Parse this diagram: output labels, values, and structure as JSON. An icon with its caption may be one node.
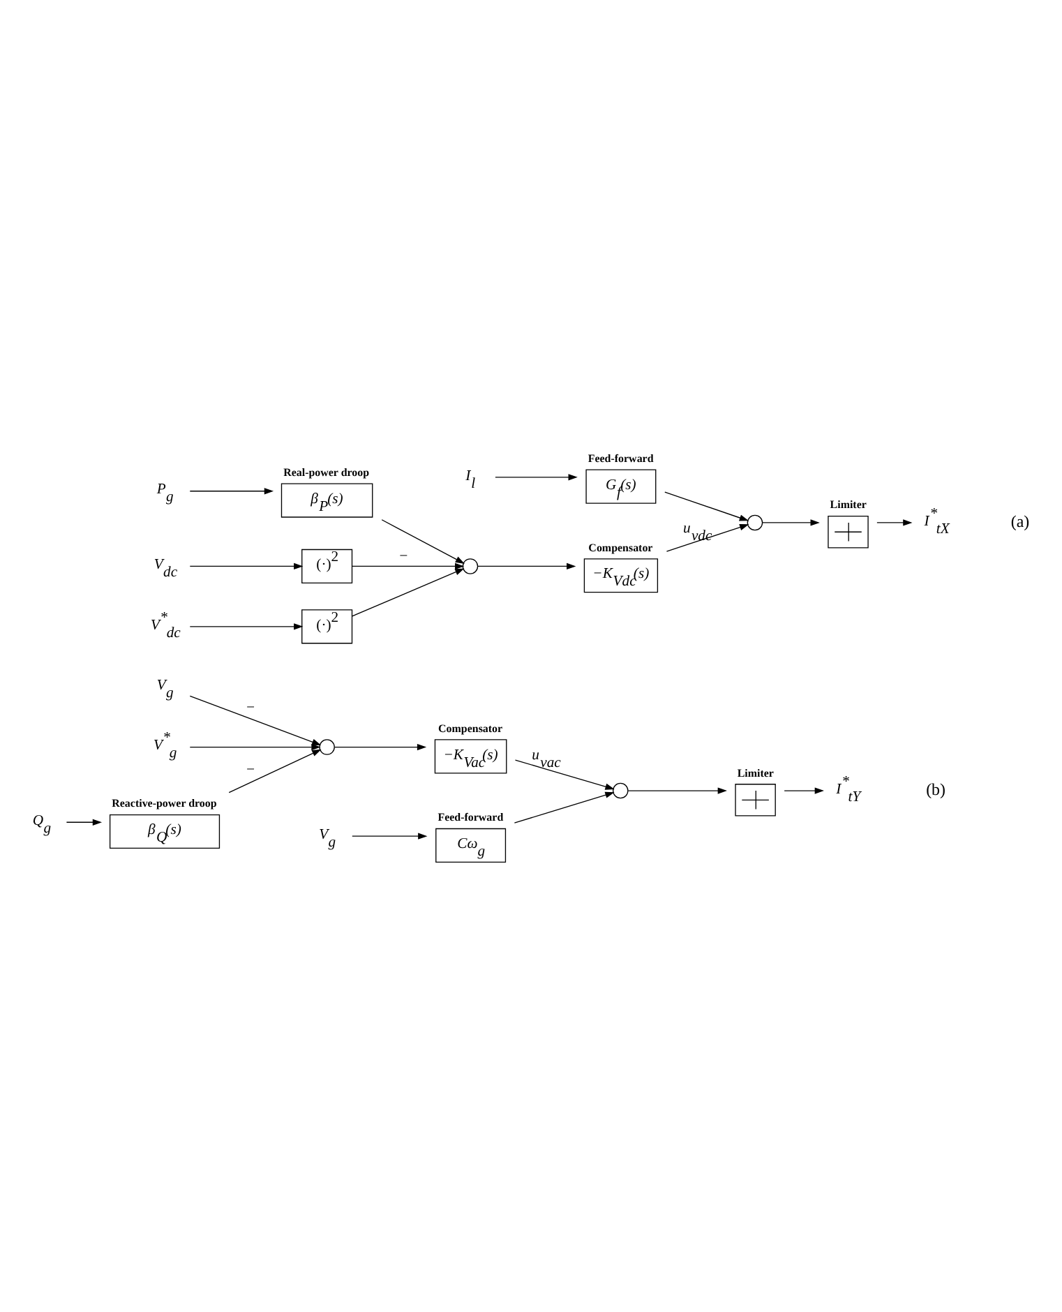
{
  "diagram": {
    "nodes": [
      {
        "text": [
          "V$^{*}$$_{dc}$"
        ]
      },
      {
        "text": [
          "(·)$^{2}$"
        ]
      },
      {
        "text": [],
        "shape": "circle"
      },
      {
        "text": [
          "Real-power droop",
          "β$_{P}$(s)"
        ]
      },
      {
        "text": [
          "P$_{g}$"
        ]
      },
      {
        "text": [
          "(·)$^{2}$"
        ]
      },
      {
        "text": [
          "V$_{dc}$"
        ]
      },
      {
        "text": [
          "Compensator",
          "−K$_{Vdc}$(s)"
        ]
      },
      {
        "text": [],
        "shape": "circle"
      },
      {
        "text": [
          "Feed-forward",
          "G$_{f}$(s)"
        ]
      },
      {
        "text": [
          "I$_{l}$"
        ]
      },
      {
        "text": [
          "Limiter"
        ]
      },
      {
        "text": [
          "I$^{*}$$_{tX}$"
        ]
      },
      {
        "text": [
          "V$^{*}$$_{g}$"
        ]
      },
      {
        "text": [],
        "shape": "circle"
      },
      {
        "text": [
          "Reactive-power droop",
          "β$_{Q}$(s)"
        ]
      },
      {
        "text": [
          "Q$_{g}$"
        ]
      },
      {
        "text": [
          "V$_{g}$"
        ]
      },
      {
        "text": [
          "Compensator",
          "−K$_{Vac}$(s)"
        ]
      },
      {
        "text": [],
        "shape": "circle"
      },
      {
        "text": [
          "Feed-forward",
          "Cω$_{g}$"
        ]
      },
      {
        "text": [
          "V$_{g}$"
        ]
      },
      {
        "text": [
          "Limiter"
        ]
      },
      {
        "text": [
          "I$^{*}$$_{tY}$"
        ]
      }
    ],
    "edges": [
      {
        "from": 0,
        "to": 1,
        "arrow": "to"
      },
      {
        "from": 1,
        "to": 2,
        "arrow": "to"
      },
      {
        "from": 4,
        "to": 3,
        "arrow": "to"
      },
      {
        "from": 3,
        "to": 2,
        "arrow": "to"
      },
      {
        "from": 6,
        "to": 5,
        "arrow": "to"
      },
      {
        "from": 5,
        "to": 2,
        "arrow": "to",
        "label": "−"
      },
      {
        "from": 2,
        "to": 7,
        "arrow": "to"
      },
      {
        "from": 7,
        "to": 8,
        "arrow": "to",
        "label": "u$_{vdc}$"
      },
      {
        "from": 10,
        "to": 9,
        "arrow": "to"
      },
      {
        "from": 9,
        "to": 8,
        "arrow": "to"
      },
      {
        "from": 8,
        "to": 11,
        "arrow": "to"
      },
      {
        "from": 11,
        "to": 12,
        "arrow": "to"
      },
      {
        "from": 13,
        "to": 14,
        "arrow": "to"
      },
      {
        "from": 16,
        "to": 15,
        "arrow": "to"
      },
      {
        "from": 15,
        "to": 14,
        "arrow": "to",
        "label": "−"
      },
      {
        "from": 17,
        "to": 14,
        "arrow": "to",
        "label": "−"
      },
      {
        "from": 14,
        "to": 18,
        "arrow": "to"
      },
      {
        "from": 18,
        "to": 19,
        "arrow": "to",
        "label": "u$_{vac}$"
      },
      {
        "from": 21,
        "to": 20,
        "arrow": "to"
      },
      {
        "from": 20,
        "to": 19,
        "arrow": "to"
      },
      {
        "from": 19,
        "to": 22,
        "arrow": "to"
      },
      {
        "from": 22,
        "to": 23,
        "arrow": "to"
      }
    ],
    "labels": [
      "(a)",
      "(b)"
    ]
  }
}
